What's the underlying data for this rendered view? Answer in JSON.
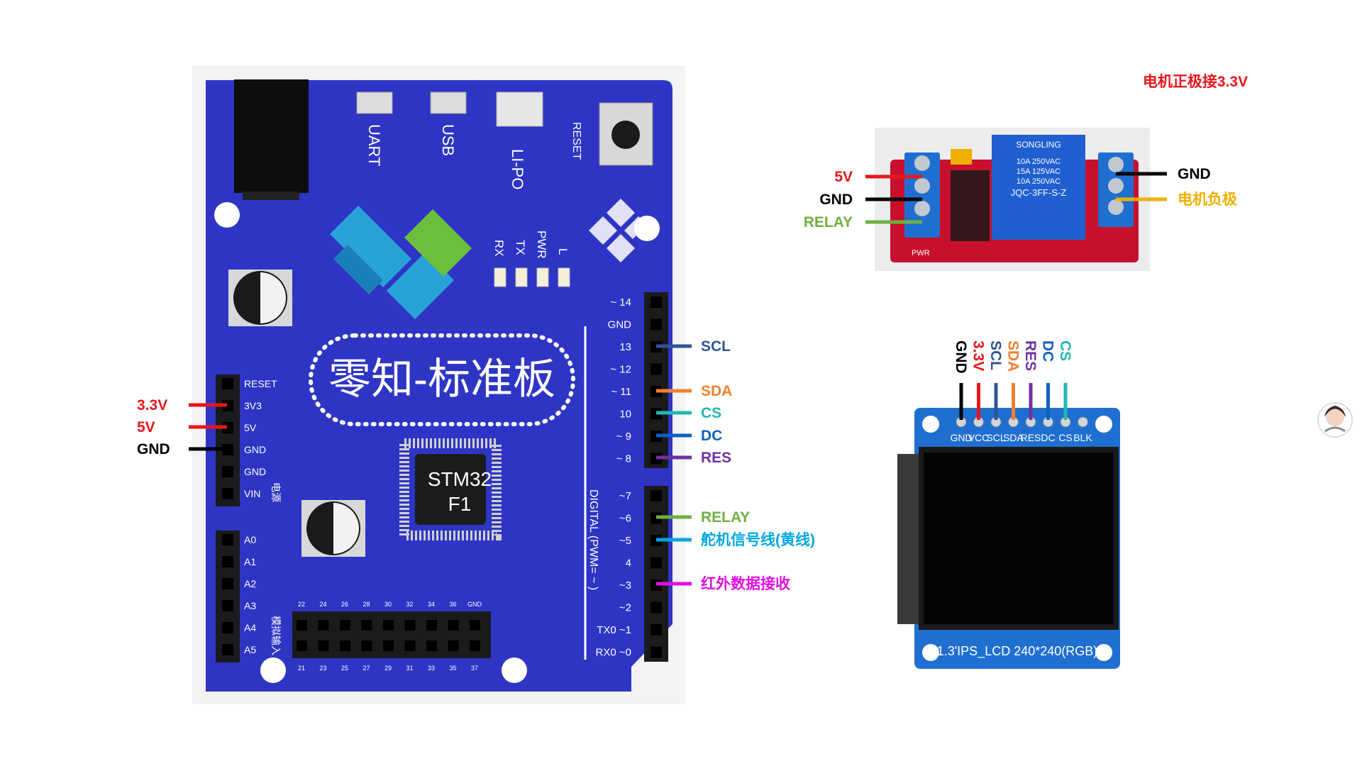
{
  "board": {
    "name_label": "零知-标准板",
    "chip_line1": "STM32",
    "chip_line2": "F1",
    "uart_label": "UART",
    "usb_label": "USB",
    "lipo_label": "LI-PO",
    "reset_btn_label": "RESET",
    "led_labels": [
      "RX",
      "TX",
      "PWR",
      "L"
    ],
    "power_header": [
      "RESET",
      "3V3",
      "5V",
      "GND",
      "GND",
      "VIN"
    ],
    "power_header_note": "电源",
    "analog_header": [
      "A0",
      "A1",
      "A2",
      "A3",
      "A4",
      "A5"
    ],
    "analog_header_note": "模拟输入",
    "digital_top": [
      "~ 14",
      "GND",
      "13",
      "~ 12",
      "~ 11",
      "10",
      "~  9",
      "~  8"
    ],
    "digital_bottom": [
      "~7",
      "~6",
      "~5",
      "4",
      "~3",
      "~2",
      "TX0  ~1",
      "RX0  ~0"
    ],
    "digital_note": "DIGITAL (PWM= ~ )",
    "bottom_numbers": [
      "22",
      "24",
      "26",
      "28",
      "30",
      "32",
      "34",
      "36",
      "GND"
    ],
    "bottom_numbers2": [
      "21",
      "23",
      "25",
      "27",
      "29",
      "31",
      "33",
      "35",
      "37"
    ]
  },
  "left_wires": [
    {
      "label": "3.3V",
      "color": "#e8161b"
    },
    {
      "label": "5V",
      "color": "#e8161b"
    },
    {
      "label": "GND",
      "color": "#000000"
    }
  ],
  "right_wires": [
    {
      "label": "SCL",
      "color": "#2f5597"
    },
    {
      "label": "SDA",
      "color": "#f08030"
    },
    {
      "label": "CS",
      "color": "#20b8b0"
    },
    {
      "label": "DC",
      "color": "#1060c0"
    },
    {
      "label": "RES",
      "color": "#7030a0"
    },
    {
      "label": "RELAY",
      "color": "#70b040"
    },
    {
      "label": "舵机信号线(黄线)",
      "color": "#00a8e0"
    },
    {
      "label": "红外数据接收",
      "color": "#e010e0"
    }
  ],
  "relay": {
    "note": "电机正极接3.3V",
    "note_color": "#e8161b",
    "left_wires": [
      {
        "label": "5V",
        "color": "#e8161b"
      },
      {
        "label": "GND",
        "color": "#000000"
      },
      {
        "label": "RELAY",
        "color": "#70b040"
      }
    ],
    "right_wires": [
      {
        "label": "GND",
        "color": "#000000"
      },
      {
        "label": "电机负极",
        "color": "#f0b000"
      }
    ],
    "relay_text1": "SONGLING",
    "relay_text2": "10A 250VAC",
    "relay_text3": "15A 125VAC",
    "relay_text4": "10A 250VAC",
    "relay_text5": "JQC-3FF-S-Z",
    "pwr_label": "PWR"
  },
  "lcd": {
    "top_wires": [
      {
        "label": "GND",
        "color": "#000000"
      },
      {
        "label": "3.3V",
        "color": "#e8161b"
      },
      {
        "label": "SCL",
        "color": "#2f5597"
      },
      {
        "label": "SDA",
        "color": "#f08030"
      },
      {
        "label": "RES",
        "color": "#7030a0"
      },
      {
        "label": "DC",
        "color": "#1060c0"
      },
      {
        "label": "CS",
        "color": "#20b8b0"
      }
    ],
    "pin_labels": [
      "GND",
      "VCC",
      "SCL",
      "SDA",
      "RES",
      "DC",
      "CS",
      "BLK"
    ],
    "caption": "1.3'IPS_LCD 240*240(RGB)"
  },
  "colors": {
    "board_blue": "#2e35c5",
    "relay_red": "#c8102e",
    "lcd_blue": "#1f6fd0"
  }
}
